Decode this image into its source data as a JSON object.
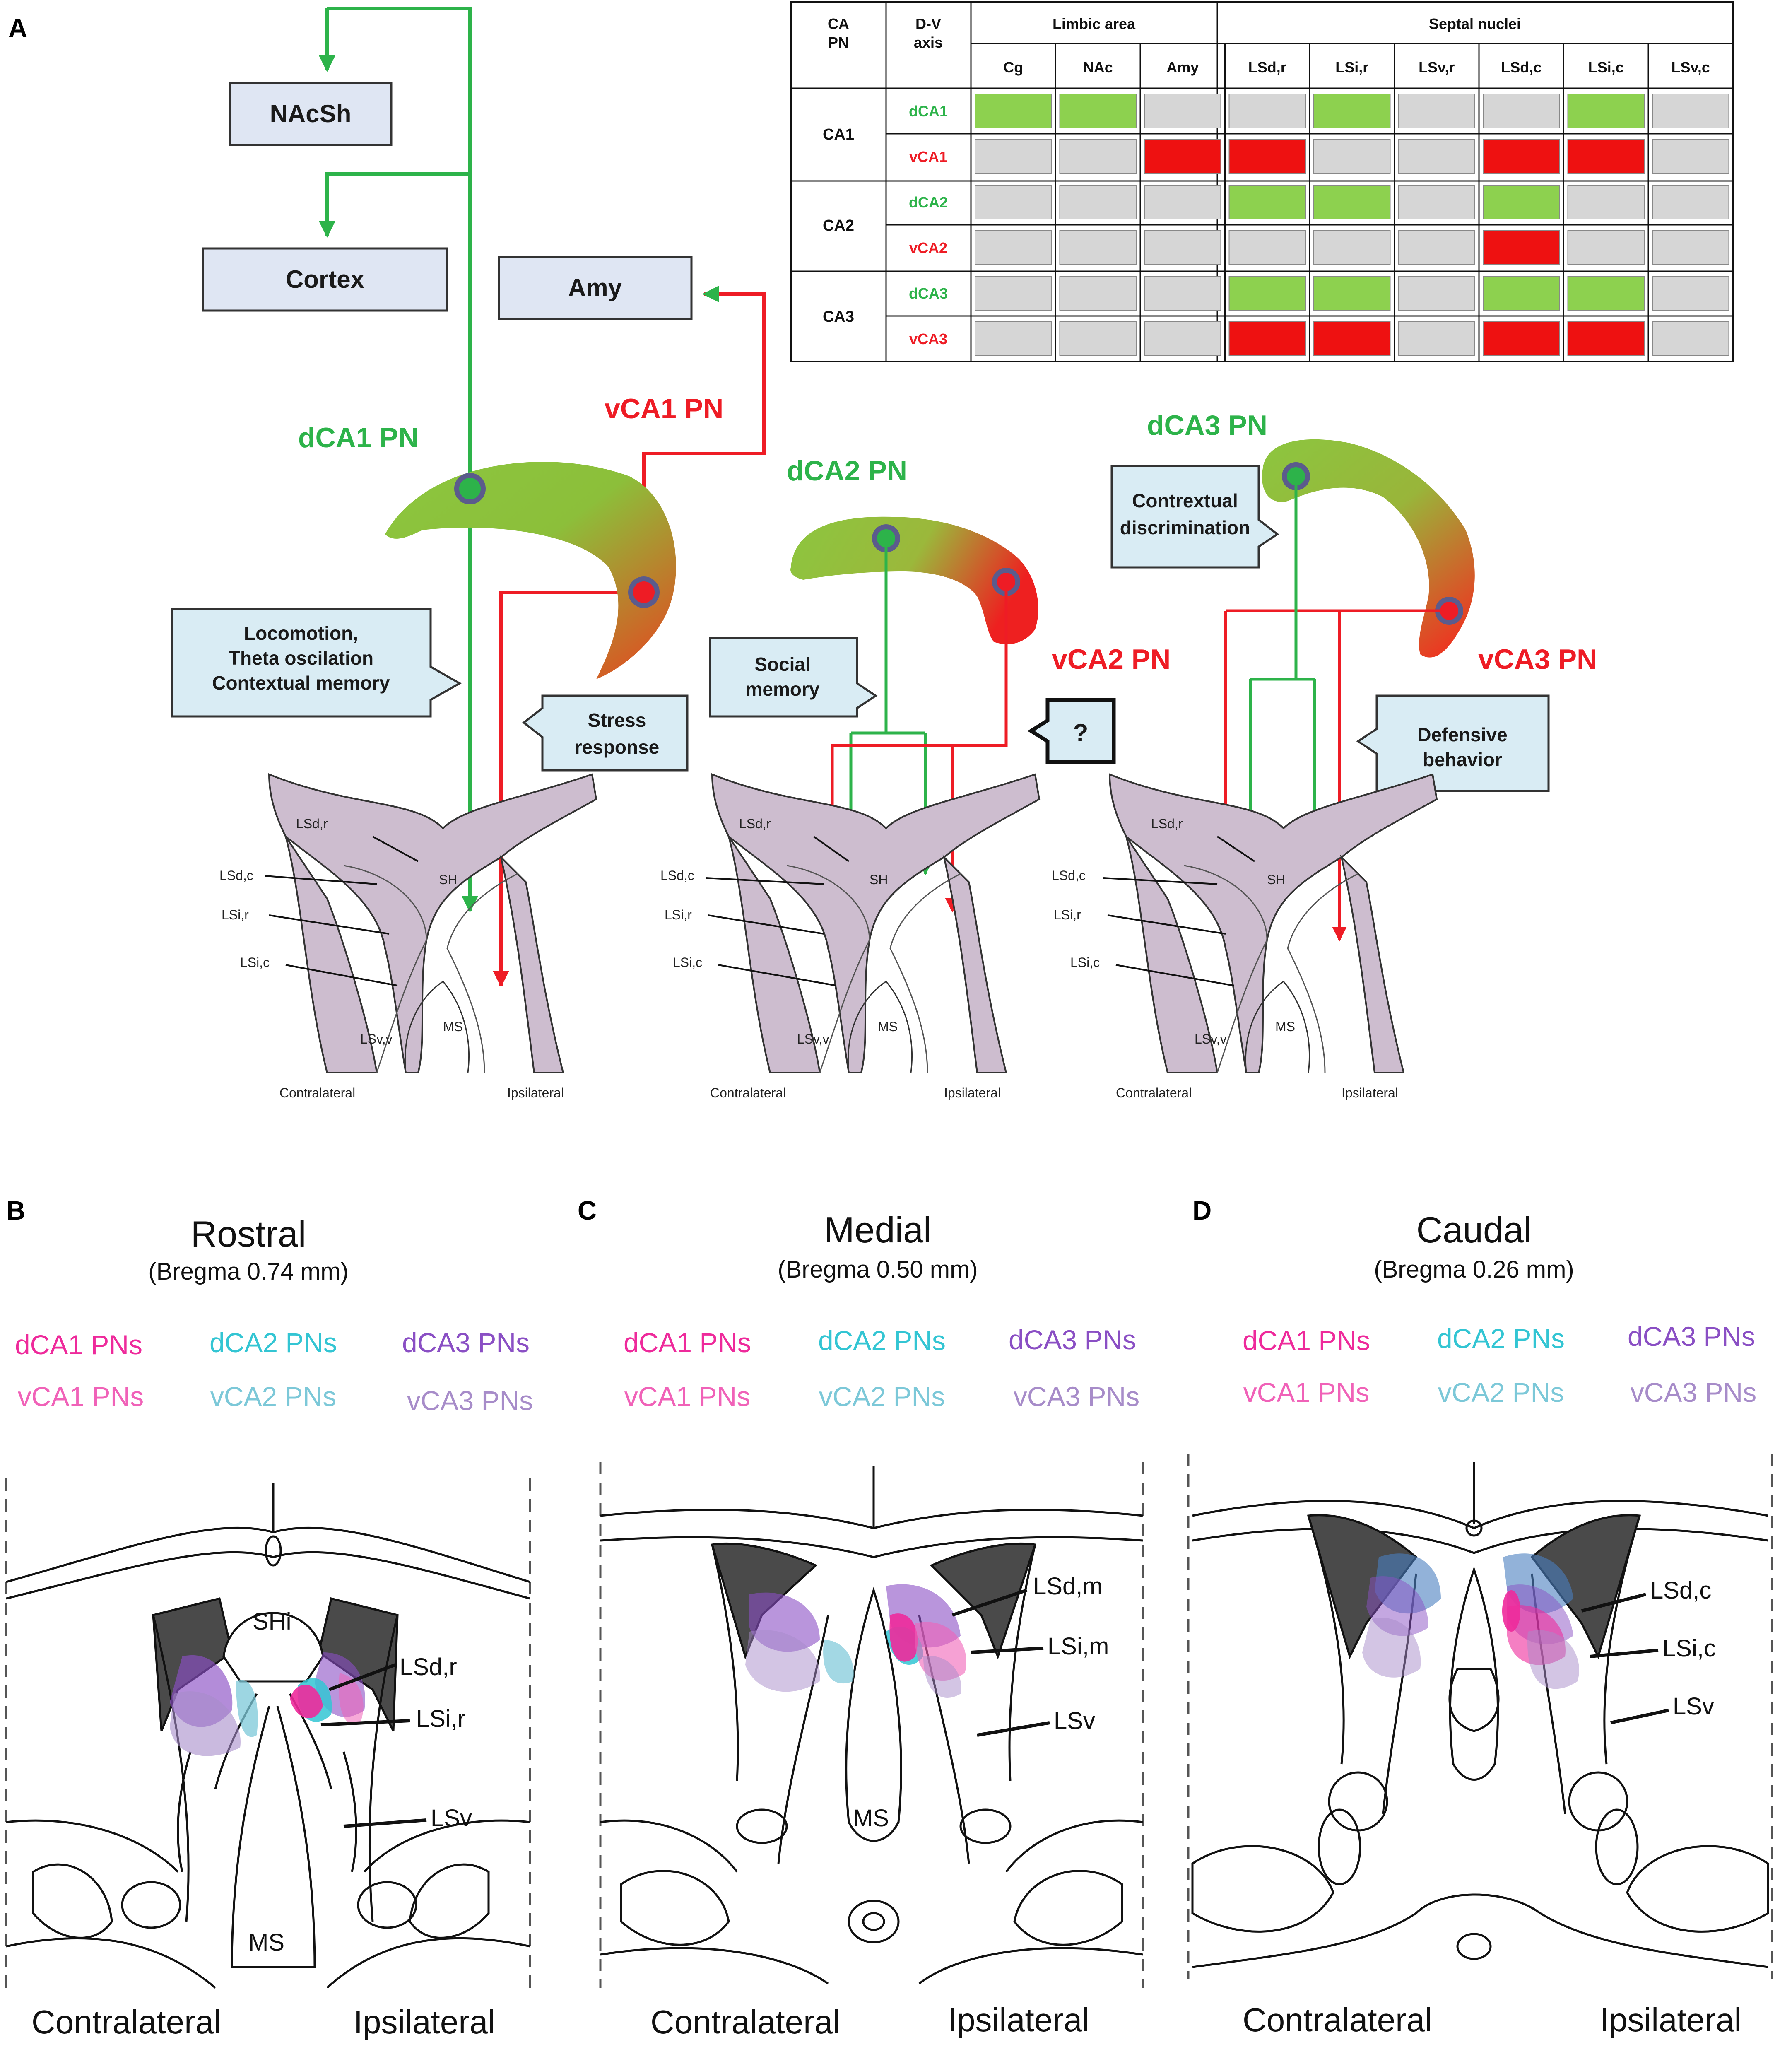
{
  "panel_letters": {
    "a": "A",
    "b": "B",
    "c": "C",
    "d": "D"
  },
  "colors": {
    "green": "#2db34a",
    "red": "#ee1c25",
    "cell_green": "#8dd14f",
    "cell_red": "#ee1111",
    "cell_gray": "#d6d6d6",
    "box_fill": "#dfe6f3",
    "callout_fill": "#d9ecf4",
    "septum_fill": "#cdbdcf",
    "magenta": "#ee2a9b",
    "cyan": "#33c5d3",
    "purple": "#8a4fc4",
    "light_magenta": "#f062b8",
    "light_cyan": "#7cc8d8",
    "light_purple": "#a78cc9",
    "dark_region": "#4a4a4a"
  },
  "panel_a": {
    "boxes": {
      "nacsh": "NAcSh",
      "cortex": "Cortex",
      "amy": "Amy"
    },
    "pn_labels": {
      "dca1": "dCA1 PN",
      "vca1": "vCA1 PN",
      "dca2": "dCA2 PN",
      "vca2": "vCA2 PN",
      "dca3": "dCA3 PN",
      "vca3": "vCA3 PN"
    },
    "callouts": {
      "locomotion_1": "Locomotion,",
      "locomotion_2": "Theta oscilation",
      "locomotion_3": "Contextual memory",
      "stress_1": "Stress",
      "stress_2": "response",
      "social_1": "Social",
      "social_2": "memory",
      "question": "?",
      "contextual_1": "Contrextual",
      "contextual_2": "discrimination",
      "defensive_1": "Defensive",
      "defensive_2": "behavior"
    },
    "septum_labels": {
      "lsdr": "LSd,r",
      "lsdc": "LSd,c",
      "lsir": "LSi,r",
      "lsic": "LSi,c",
      "sh": "SH",
      "ms": "MS",
      "lsvv": "LSv,v",
      "contralateral": "Contralateral",
      "ipsilateral": "Ipsilateral"
    },
    "table": {
      "header_ca_1": "CA",
      "header_ca_2": "PN",
      "header_dv_1": "D-V",
      "header_dv_2": "axis",
      "group_limbic": "Limbic area",
      "group_septal": "Septal nuclei",
      "columns": [
        "Cg",
        "NAc",
        "Amy",
        "LSd,r",
        "LSi,r",
        "LSv,r",
        "LSd,c",
        "LSi,c",
        "LSv,c"
      ],
      "groups": [
        "CA1",
        "CA2",
        "CA3"
      ],
      "rows": [
        {
          "label": "dCA1",
          "color": "green",
          "cells": [
            "g",
            "g",
            "x",
            "x",
            "g",
            "x",
            "x",
            "g",
            "x"
          ]
        },
        {
          "label": "vCA1",
          "color": "red",
          "cells": [
            "x",
            "x",
            "r",
            "r",
            "x",
            "x",
            "r",
            "r",
            "x"
          ]
        },
        {
          "label": "dCA2",
          "color": "green",
          "cells": [
            "x",
            "x",
            "x",
            "g",
            "g",
            "x",
            "g",
            "x",
            "x"
          ]
        },
        {
          "label": "vCA2",
          "color": "red",
          "cells": [
            "x",
            "x",
            "x",
            "x",
            "x",
            "x",
            "r",
            "x",
            "x"
          ]
        },
        {
          "label": "dCA3",
          "color": "green",
          "cells": [
            "x",
            "x",
            "x",
            "g",
            "g",
            "x",
            "g",
            "g",
            "x"
          ]
        },
        {
          "label": "vCA3",
          "color": "red",
          "cells": [
            "x",
            "x",
            "x",
            "r",
            "r",
            "x",
            "r",
            "r",
            "x"
          ]
        }
      ]
    }
  },
  "sections": [
    {
      "title": "Rostral",
      "subtitle": "(Bregma 0.74 mm)",
      "legend": [
        "dCA1 PNs",
        "dCA2 PNs",
        "dCA3 PNs",
        "vCA1 PNs",
        "vCA2 PNs",
        "vCA3 PNs"
      ],
      "labels": {
        "lsd": "LSd,r",
        "lsi": "LSi,r",
        "lsv": "LSv",
        "shi": "SHi",
        "ms": "MS"
      },
      "contralateral": "Contralateral",
      "ipsilateral": "Ipsilateral"
    },
    {
      "title": "Medial",
      "subtitle": "(Bregma 0.50 mm)",
      "legend": [
        "dCA1 PNs",
        "dCA2 PNs",
        "dCA3 PNs",
        "vCA1 PNs",
        "vCA2 PNs",
        "vCA3 PNs"
      ],
      "labels": {
        "lsd": "LSd,m",
        "lsi": "LSi,m",
        "lsv": "LSv",
        "ms": "MS"
      },
      "contralateral": "Contralateral",
      "ipsilateral": "Ipsilateral"
    },
    {
      "title": "Caudal",
      "subtitle": "(Bregma 0.26 mm)",
      "legend": [
        "dCA1 PNs",
        "dCA2 PNs",
        "dCA3 PNs",
        "vCA1 PNs",
        "vCA2 PNs",
        "vCA3 PNs"
      ],
      "labels": {
        "lsd": "LSd,c",
        "lsi": "LSi,c",
        "lsv": "LSv"
      },
      "contralateral": "Contralateral",
      "ipsilateral": "Ipsilateral"
    }
  ]
}
